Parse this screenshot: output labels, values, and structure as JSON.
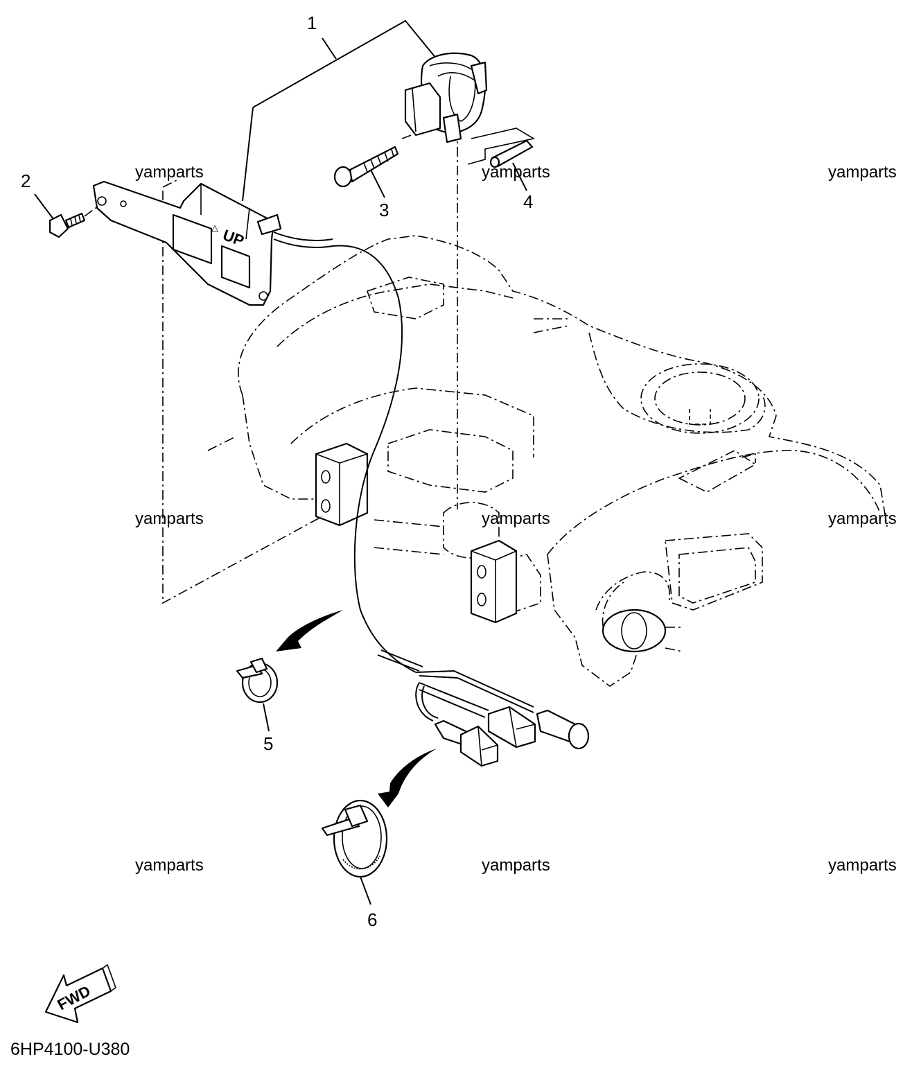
{
  "diagram": {
    "callouts": [
      {
        "id": "1",
        "label": "1"
      },
      {
        "id": "2",
        "label": "2"
      },
      {
        "id": "3",
        "label": "3"
      },
      {
        "id": "4",
        "label": "4"
      },
      {
        "id": "5",
        "label": "5"
      },
      {
        "id": "6",
        "label": "6"
      }
    ],
    "bracket_marking": "UP",
    "direction_arrow": "FWD",
    "watermark": "yamparts",
    "drawing_code": "6HP4100-U380"
  }
}
